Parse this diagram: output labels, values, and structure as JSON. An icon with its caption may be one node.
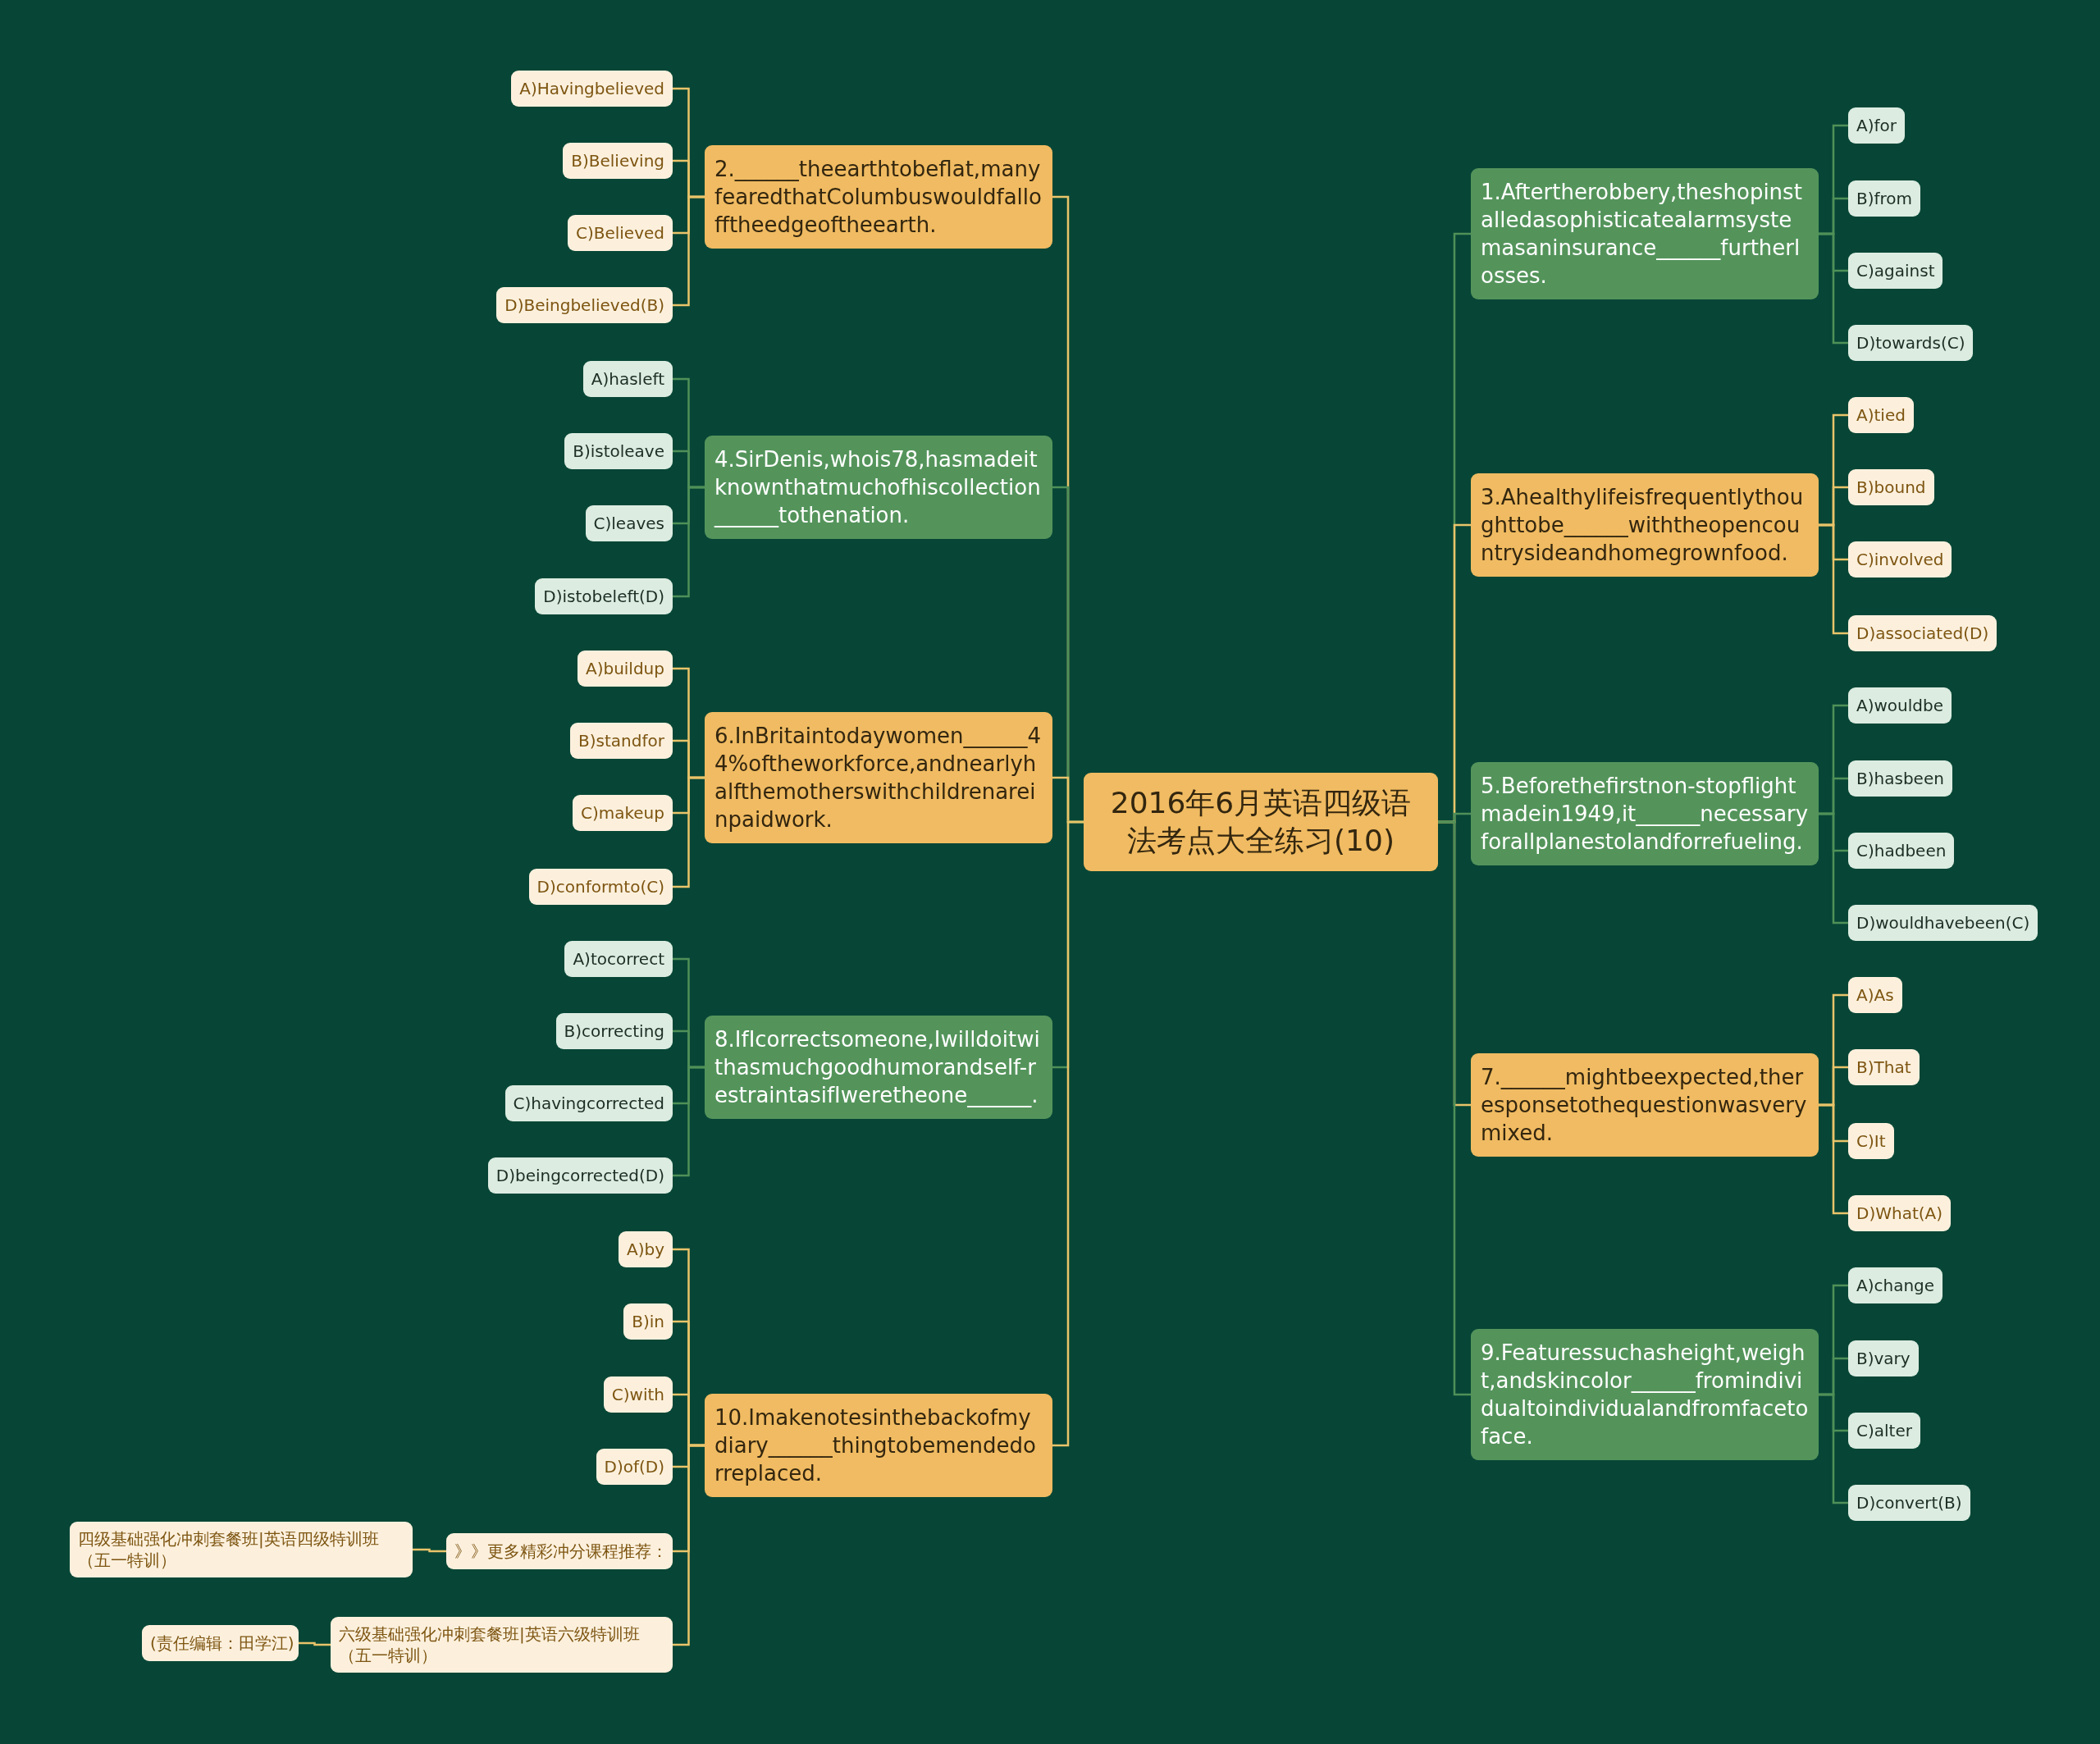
{
  "diagram": {
    "nodes": [
      {
        "text": [
          "2016年6月英语四级语法考点大全练习(10)"
        ]
      },
      {
        "text": [
          "2.______theearthtobeflat,manyfearedthatColumbuswouldfallofftheedgeoftheearth."
        ]
      },
      {
        "text": [
          "A)Havingbelieved"
        ]
      },
      {
        "text": [
          "B)Believing"
        ]
      },
      {
        "text": [
          "C)Believed"
        ]
      },
      {
        "text": [
          "D)Beingbelieved(B)"
        ]
      },
      {
        "text": [
          "4.SirDenis,whois78,hasmadeitknownthatmuchofhiscollection______tothenation."
        ]
      },
      {
        "text": [
          "A)hasleft"
        ]
      },
      {
        "text": [
          "B)istoleave"
        ]
      },
      {
        "text": [
          "C)leaves"
        ]
      },
      {
        "text": [
          "D)istobeleft(D)"
        ]
      },
      {
        "text": [
          "6.InBritaintodaywomen______44%oftheworkforce,andnearlyhalfthemotherswithchildrenareinpaidwork."
        ]
      },
      {
        "text": [
          "A)buildup"
        ]
      },
      {
        "text": [
          "B)standfor"
        ]
      },
      {
        "text": [
          "C)makeup"
        ]
      },
      {
        "text": [
          "D)conformto(C)"
        ]
      },
      {
        "text": [
          "8.IfIcorrectsomeone,Iwilldoitwithasmuchgoodhumorandself-restraintasifIweretheone______."
        ]
      },
      {
        "text": [
          "A)tocorrect"
        ]
      },
      {
        "text": [
          "B)correcting"
        ]
      },
      {
        "text": [
          "C)havingcorrected"
        ]
      },
      {
        "text": [
          "D)beingcorrected(D)"
        ]
      },
      {
        "text": [
          "10.Imakenotesinthebackofmydiary______thingtobemendedorreplaced."
        ]
      },
      {
        "text": [
          "A)by"
        ]
      },
      {
        "text": [
          "B)in"
        ]
      },
      {
        "text": [
          "C)with"
        ]
      },
      {
        "text": [
          "D)of(D)"
        ]
      },
      {
        "text": [
          "》》更多精彩冲分课程推荐："
        ]
      },
      {
        "text": [
          "四级基础强化冲刺套餐班|英语四级特训班（五一特训）"
        ]
      },
      {
        "text": [
          "六级基础强化冲刺套餐班|英语六级特训班（五一特训）"
        ]
      },
      {
        "text": [
          "(责任编辑：田学江)"
        ]
      },
      {
        "text": [
          "1.Aftertherobbery,theshopinstalledasophisticatealarmsystemasaninsurance______furtherlosses."
        ]
      },
      {
        "text": [
          "A)for"
        ]
      },
      {
        "text": [
          "B)from"
        ]
      },
      {
        "text": [
          "C)against"
        ]
      },
      {
        "text": [
          "D)towards(C)"
        ]
      },
      {
        "text": [
          "3.Ahealthylifeisfrequentlythoughttobe______withtheopencountrysideandhomegrownfood."
        ]
      },
      {
        "text": [
          "A)tied"
        ]
      },
      {
        "text": [
          "B)bound"
        ]
      },
      {
        "text": [
          "C)involved"
        ]
      },
      {
        "text": [
          "D)associated(D)"
        ]
      },
      {
        "text": [
          "5.Beforethefirstnon-stopflightmadein1949,it______necessaryforallplanestolandforrefueling."
        ]
      },
      {
        "text": [
          "A)wouldbe"
        ]
      },
      {
        "text": [
          "B)hasbeen"
        ]
      },
      {
        "text": [
          "C)hadbeen"
        ]
      },
      {
        "text": [
          "D)wouldhavebeen(C)"
        ]
      },
      {
        "text": [
          "7.______mightbeexpected,theresponsetothequestionwasverymixed."
        ]
      },
      {
        "text": [
          "A)As"
        ]
      },
      {
        "text": [
          "B)That"
        ]
      },
      {
        "text": [
          "C)It"
        ]
      },
      {
        "text": [
          "D)What(A)"
        ]
      },
      {
        "text": [
          "9.Featuressuchasheight,weight,andskincolor______fromindividualtoindividualandfromfacetoface."
        ]
      },
      {
        "text": [
          "A)change"
        ]
      },
      {
        "text": [
          "B)vary"
        ]
      },
      {
        "text": [
          "C)alter"
        ]
      },
      {
        "text": [
          "D)convert(B)"
        ]
      }
    ],
    "edges": [
      {
        "from": 0,
        "to": 1,
        "arrow": "none"
      },
      {
        "from": 1,
        "to": 2,
        "arrow": "none"
      },
      {
        "from": 1,
        "to": 3,
        "arrow": "none"
      },
      {
        "from": 1,
        "to": 4,
        "arrow": "none"
      },
      {
        "from": 1,
        "to": 5,
        "arrow": "none"
      },
      {
        "from": 0,
        "to": 6,
        "arrow": "none",
        "color": "#4f9058"
      },
      {
        "from": 6,
        "to": 7,
        "arrow": "none",
        "color": "#4f9058"
      },
      {
        "from": 6,
        "to": 8,
        "arrow": "none",
        "color": "#4f9058"
      },
      {
        "from": 6,
        "to": 9,
        "arrow": "none",
        "color": "#4f9058"
      },
      {
        "from": 6,
        "to": 10,
        "arrow": "none",
        "color": "#4f9058"
      },
      {
        "from": 0,
        "to": 11,
        "arrow": "none"
      },
      {
        "from": 11,
        "to": 12,
        "arrow": "none"
      },
      {
        "from": 11,
        "to": 13,
        "arrow": "none"
      },
      {
        "from": 11,
        "to": 14,
        "arrow": "none"
      },
      {
        "from": 11,
        "to": 15,
        "arrow": "none"
      },
      {
        "from": 0,
        "to": 16,
        "arrow": "none",
        "color": "#4f9058"
      },
      {
        "from": 16,
        "to": 17,
        "arrow": "none",
        "color": "#4f9058"
      },
      {
        "from": 16,
        "to": 18,
        "arrow": "none",
        "color": "#4f9058"
      },
      {
        "from": 16,
        "to": 19,
        "arrow": "none",
        "color": "#4f9058"
      },
      {
        "from": 16,
        "to": 20,
        "arrow": "none",
        "color": "#4f9058"
      },
      {
        "from": 0,
        "to": 21,
        "arrow": "none"
      },
      {
        "from": 21,
        "to": 22,
        "arrow": "none"
      },
      {
        "from": 21,
        "to": 23,
        "arrow": "none"
      },
      {
        "from": 21,
        "to": 24,
        "arrow": "none"
      },
      {
        "from": 21,
        "to": 25,
        "arrow": "none"
      },
      {
        "from": 21,
        "to": 26,
        "arrow": "none"
      },
      {
        "from": 26,
        "to": 27,
        "arrow": "none"
      },
      {
        "from": 21,
        "to": 28,
        "arrow": "none"
      },
      {
        "from": 28,
        "to": 29,
        "arrow": "none"
      },
      {
        "from": 0,
        "to": 30,
        "arrow": "none",
        "color": "#4f9058"
      },
      {
        "from": 30,
        "to": 31,
        "arrow": "none",
        "color": "#4f9058"
      },
      {
        "from": 30,
        "to": 32,
        "arrow": "none",
        "color": "#4f9058"
      },
      {
        "from": 30,
        "to": 33,
        "arrow": "none",
        "color": "#4f9058"
      },
      {
        "from": 30,
        "to": 34,
        "arrow": "none",
        "color": "#4f9058"
      },
      {
        "from": 0,
        "to": 35,
        "arrow": "none"
      },
      {
        "from": 35,
        "to": 36,
        "arrow": "none"
      },
      {
        "from": 35,
        "to": 37,
        "arrow": "none"
      },
      {
        "from": 35,
        "to": 38,
        "arrow": "none"
      },
      {
        "from": 35,
        "to": 39,
        "arrow": "none"
      },
      {
        "from": 0,
        "to": 40,
        "arrow": "none",
        "color": "#4f9058"
      },
      {
        "from": 40,
        "to": 41,
        "arrow": "none",
        "color": "#4f9058"
      },
      {
        "from": 40,
        "to": 42,
        "arrow": "none",
        "color": "#4f9058"
      },
      {
        "from": 40,
        "to": 43,
        "arrow": "none",
        "color": "#4f9058"
      },
      {
        "from": 40,
        "to": 44,
        "arrow": "none",
        "color": "#4f9058"
      },
      {
        "from": 0,
        "to": 45,
        "arrow": "none"
      },
      {
        "from": 45,
        "to": 46,
        "arrow": "none"
      },
      {
        "from": 45,
        "to": 47,
        "arrow": "none"
      },
      {
        "from": 45,
        "to": 48,
        "arrow": "none"
      },
      {
        "from": 45,
        "to": 49,
        "arrow": "none"
      },
      {
        "from": 0,
        "to": 50,
        "arrow": "none",
        "color": "#4f9058"
      },
      {
        "from": 50,
        "to": 51,
        "arrow": "none",
        "color": "#4f9058"
      },
      {
        "from": 50,
        "to": 52,
        "arrow": "none",
        "color": "#4f9058"
      },
      {
        "from": 50,
        "to": 53,
        "arrow": "none",
        "color": "#4f9058"
      },
      {
        "from": 50,
        "to": 54,
        "arrow": "none",
        "color": "#4f9058"
      }
    ]
  }
}
